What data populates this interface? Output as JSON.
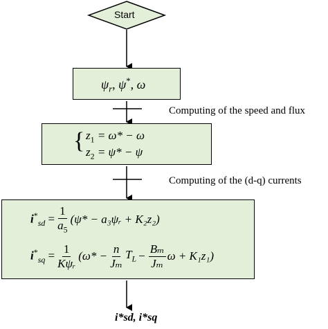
{
  "start": {
    "label": "Start"
  },
  "step1": {
    "vars": [
      "ψ",
      "r",
      "ψ",
      "*",
      "ω"
    ]
  },
  "annotation1": "Computing of the speed and flux",
  "step2": {
    "eq1": {
      "lhs_base": "z",
      "lhs_sub": "1",
      "rhs": "= ω* − ω"
    },
    "eq2": {
      "lhs_base": "z",
      "lhs_sub": "2",
      "rhs": "= ψ* − ψ"
    }
  },
  "annotation2": "Computing of the (d-q) currents",
  "step3": {
    "isd": {
      "lhs_base": "i",
      "lhs_sub": "sd",
      "lhs_sup": "*",
      "frac_num": "1",
      "frac_den_base": "a",
      "frac_den_sub": "5",
      "rhs": "(ψ* − a₃ψᵣ + K₂z₂)"
    },
    "isq": {
      "lhs_base": "i",
      "lhs_sub": "sq",
      "lhs_sup": "*",
      "frac1_num": "1",
      "frac1_den": "Kψᵣ",
      "frac2_num": "n",
      "frac2_den": "Jₘ",
      "frac3_num": "Bₘ",
      "frac3_den": "Jₘ",
      "terms": [
        "(ω* −",
        "T",
        "L",
        "−",
        "ω + K₁z₁)"
      ]
    }
  },
  "output": {
    "text": "i*sd, i*sq"
  }
}
